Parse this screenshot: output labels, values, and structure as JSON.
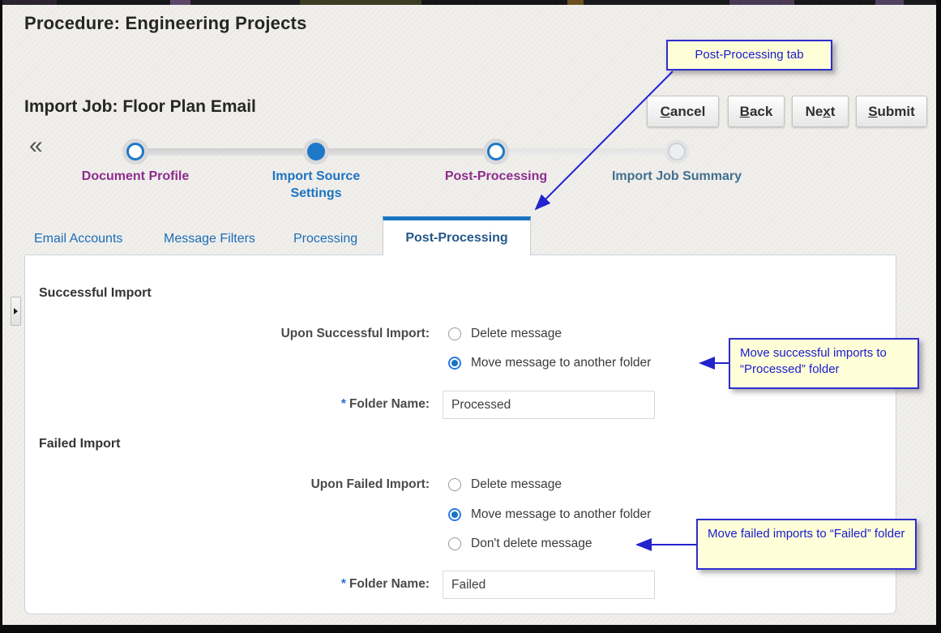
{
  "header": {
    "procedure_title": "Procedure: Engineering Projects",
    "page_title": "Import Job: Floor Plan Email"
  },
  "toolbar": {
    "buttons": [
      {
        "label": "Cancel",
        "pre": "",
        "key": "C",
        "post": "ancel"
      },
      {
        "label": "Back",
        "pre": "",
        "key": "B",
        "post": "ack"
      },
      {
        "label": "Next",
        "pre": "Ne",
        "key": "x",
        "post": "t"
      },
      {
        "label": "Submit",
        "pre": "",
        "key": "S",
        "post": "ubmit"
      }
    ]
  },
  "train": {
    "collapse_glyph": "«",
    "steps": [
      {
        "label": "Document Profile",
        "state": "visited"
      },
      {
        "label": "Import Source Settings",
        "state": "current"
      },
      {
        "label": "Post-Processing",
        "state": "visited"
      },
      {
        "label": "Import Job Summary",
        "state": "future"
      }
    ]
  },
  "tabs": [
    {
      "label": "Email Accounts",
      "active": false
    },
    {
      "label": "Message Filters",
      "active": false
    },
    {
      "label": "Processing",
      "active": false
    },
    {
      "label": "Post-Processing",
      "active": true
    }
  ],
  "form": {
    "successful": {
      "heading": "Successful Import",
      "group_label": "Upon Successful Import:",
      "options": [
        {
          "label": "Delete message",
          "selected": false
        },
        {
          "label": "Move message to another folder",
          "selected": true
        }
      ],
      "folder": {
        "required_marker": "*",
        "label": "Folder Name:",
        "value": "Processed"
      }
    },
    "failed": {
      "heading": "Failed Import",
      "group_label": "Upon Failed Import:",
      "options": [
        {
          "label": "Delete message",
          "selected": false
        },
        {
          "label": "Move message to another folder",
          "selected": true
        },
        {
          "label": "Don't delete message",
          "selected": false
        }
      ],
      "folder": {
        "required_marker": "*",
        "label": "Folder Name:",
        "value": "Failed"
      }
    }
  },
  "callouts": [
    {
      "text": "Post-Processing tab"
    },
    {
      "text": "Move successful imports to “Processed” folder"
    },
    {
      "text": "Move failed imports to “Failed” folder"
    }
  ],
  "colors": {
    "accent_blue": "#1b74c0",
    "visited_purple": "#8d2c8d",
    "future_step": "#41708e",
    "callout_bg": "#feffd9",
    "callout_border": "#2d2dd0",
    "callout_text": "#1a1acd",
    "arrow_blue": "#2222cf"
  }
}
